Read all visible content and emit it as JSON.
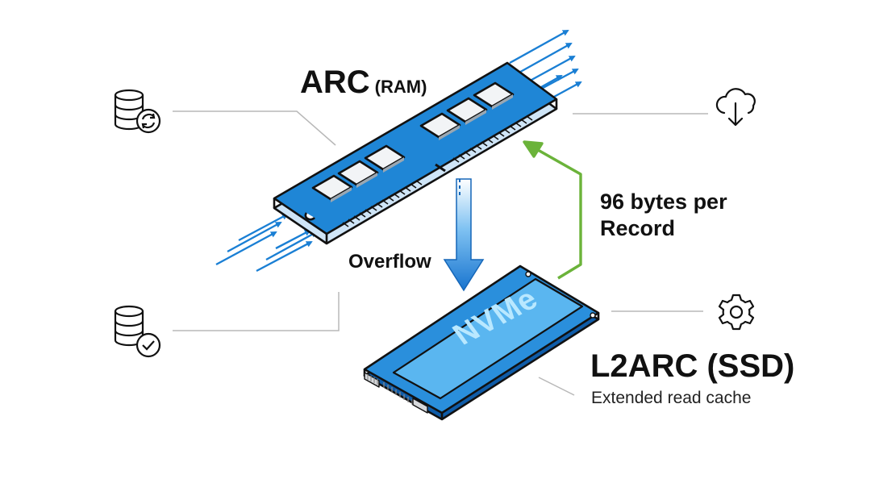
{
  "arc": {
    "title": "ARC",
    "qualifier": "(RAM)"
  },
  "l2arc": {
    "title": "L2ARC (SSD)",
    "subtitle": "Extended read cache",
    "chip_label": "NVMe"
  },
  "flows": {
    "overflow_label": "Overflow",
    "record_size_label": "96 bytes per Record"
  },
  "icons": [
    "database-sync-icon",
    "database-check-icon",
    "cloud-download-icon",
    "gear-icon"
  ],
  "colors": {
    "ram_blue": "#1f86d6",
    "ssd_blue": "#2a8fdc",
    "return_green": "#6bb33a",
    "stream_blue": "#1a7fd4",
    "outline": "#111111"
  }
}
